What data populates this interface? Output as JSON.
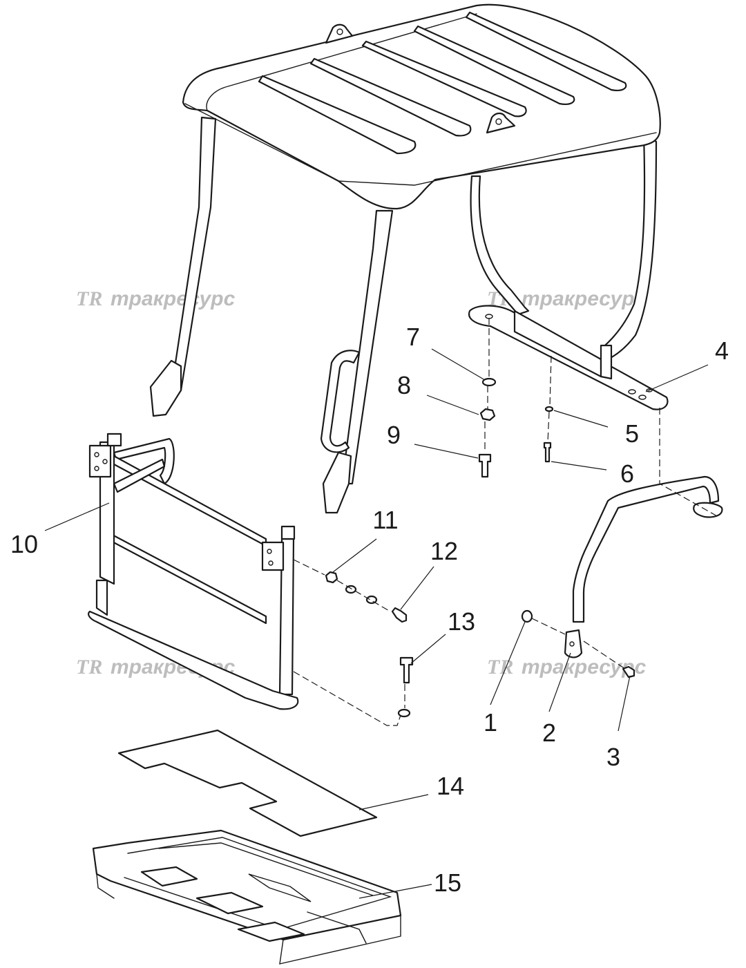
{
  "watermark": {
    "logo": "TR",
    "text": "тракресурс"
  },
  "callouts": [
    {
      "id": "1",
      "text": "1"
    },
    {
      "id": "2",
      "text": "2"
    },
    {
      "id": "3",
      "text": "3"
    },
    {
      "id": "4",
      "text": "4"
    },
    {
      "id": "5",
      "text": "5"
    },
    {
      "id": "6",
      "text": "6"
    },
    {
      "id": "7",
      "text": "7"
    },
    {
      "id": "8",
      "text": "8"
    },
    {
      "id": "9",
      "text": "9"
    },
    {
      "id": "10",
      "text": "10"
    },
    {
      "id": "11",
      "text": "11"
    },
    {
      "id": "12",
      "text": "12"
    },
    {
      "id": "13",
      "text": "13"
    },
    {
      "id": "14",
      "text": "14"
    },
    {
      "id": "15",
      "text": "15"
    }
  ]
}
